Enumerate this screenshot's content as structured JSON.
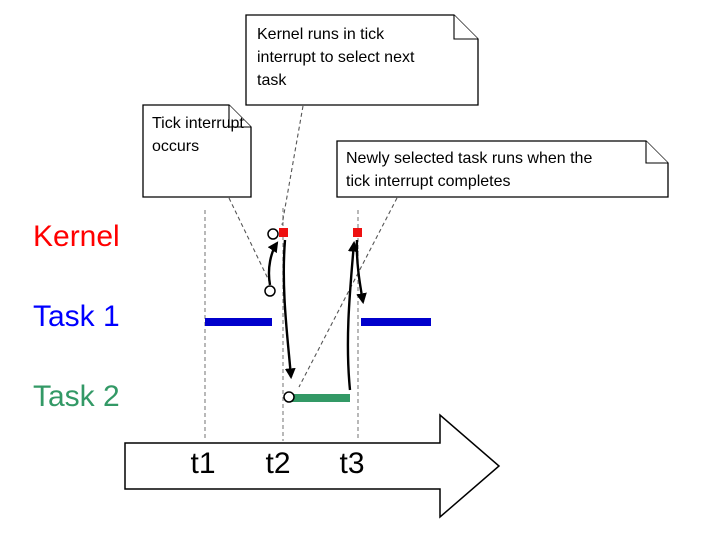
{
  "diagram": {
    "rows": [
      {
        "label": "Kernel",
        "color": "#ff0000"
      },
      {
        "label": "Task 1",
        "color": "#0000ff"
      },
      {
        "label": "Task 2",
        "color": "#339966"
      }
    ],
    "notes": [
      {
        "text": "Kernel runs in tick interrupt to select next task"
      },
      {
        "text": "Tick interrupt occurs"
      },
      {
        "text": "Newly selected task runs when the tick interrupt completes"
      }
    ],
    "timeline": {
      "ticks": [
        "t1",
        "t2",
        "t3"
      ]
    },
    "colors": {
      "task1_bar": "#0000cc",
      "task2_bar": "#339966",
      "kernel_mark": "#ee1111",
      "gridline": "#8a8a8a",
      "flow_arrow": "#000000"
    }
  }
}
